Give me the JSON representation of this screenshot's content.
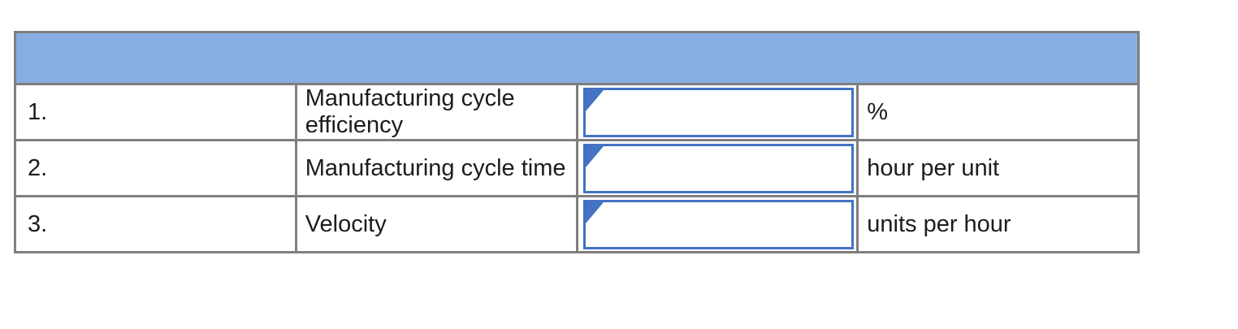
{
  "table": {
    "header": {
      "label": ""
    },
    "rows": [
      {
        "number": "1.",
        "label": "Manufacturing cycle efficiency",
        "input_value": "",
        "unit": "%"
      },
      {
        "number": "2.",
        "label": "Manufacturing cycle time",
        "input_value": "",
        "unit": "hour per unit"
      },
      {
        "number": "3.",
        "label": "Velocity",
        "input_value": "",
        "unit": "units per hour"
      }
    ]
  },
  "colors": {
    "header_bg": "#88ade2",
    "input_border": "#4472c4",
    "flag_marker": "#4472c4",
    "grid_border": "#7f7f7f",
    "text": "#1c1c1c"
  }
}
